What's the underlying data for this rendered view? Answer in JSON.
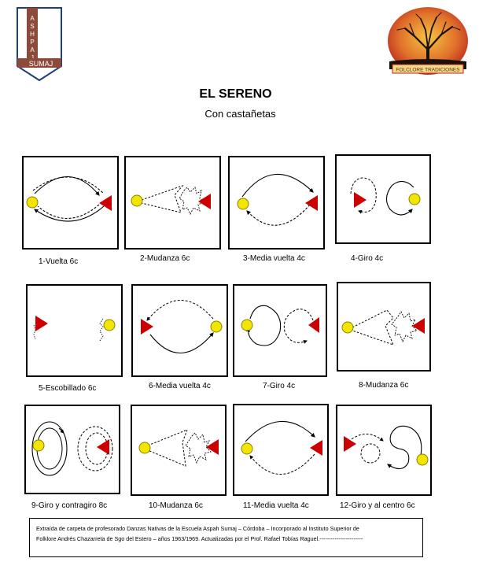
{
  "header": {
    "left_logo": {
      "vertical_text": "ASHPAJ",
      "band_text": "SUMAJ"
    },
    "right_logo": {
      "band_text": "FOLCLORE TRADICIONES"
    }
  },
  "title": "EL SERENO",
  "subtitle": "Con castañetas",
  "figures": [
    {
      "label": "1-Vuelta 6c"
    },
    {
      "label": "2-Mudanza 6c"
    },
    {
      "label": "3-Media vuelta 4c"
    },
    {
      "label": "4-Giro 4c"
    },
    {
      "label": "5-Escobillado 6c"
    },
    {
      "label": "6-Media vuelta 4c"
    },
    {
      "label": "7-Giro 4c"
    },
    {
      "label": "8-Mudanza 6c"
    },
    {
      "label": "9-Giro y contragiro 8c"
    },
    {
      "label": "10-Mudanza 6c"
    },
    {
      "label": "11-Media vuelta 4c"
    },
    {
      "label": "12-Giro y al centro 6c"
    }
  ],
  "legend_colors": {
    "man_triangle": "#cc0000",
    "woman_circle": "#f2e600"
  },
  "footer": {
    "line1": "Extraída de carpeta de profesorado Danzas Nativas de la Escuela Aspah Sumaj – Córdoba – Incorporado al Instituto Superior de",
    "line2": "Folklore Andrés Chazarreta de Sgo del Estero – años 1963/1969. Actualizadas por el Prof. Rafael Tobías Raguel.-----------------------"
  }
}
